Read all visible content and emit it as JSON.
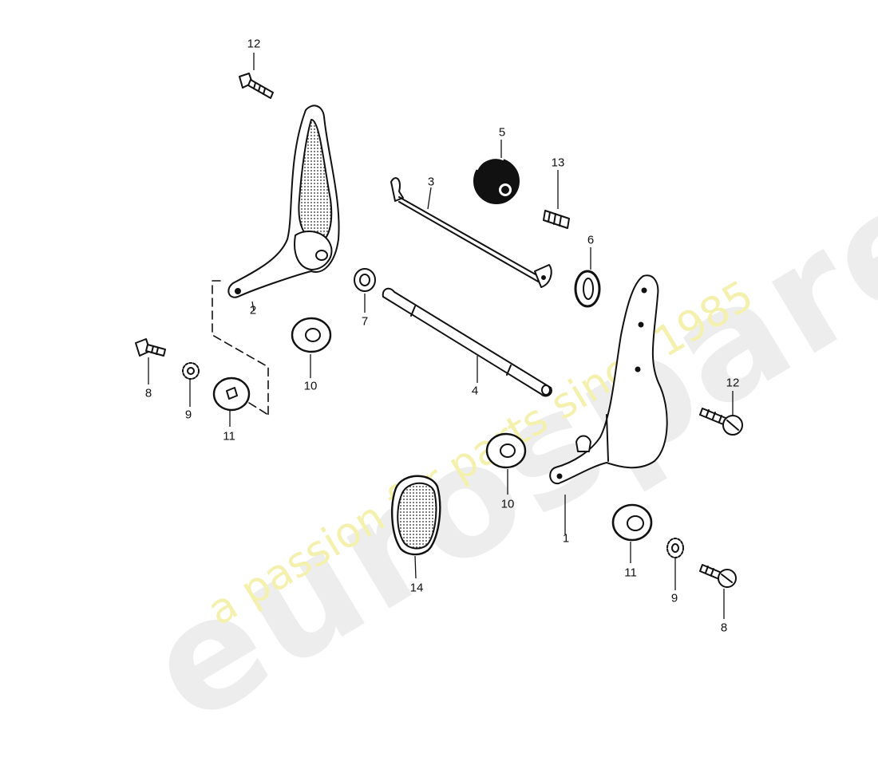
{
  "watermark": {
    "brand": "eurospares",
    "tagline": "a passion for parts since 1985"
  },
  "callouts": [
    {
      "id": "c12a",
      "text": "12"
    },
    {
      "id": "c2",
      "text": "2"
    },
    {
      "id": "c3",
      "text": "3"
    },
    {
      "id": "c5",
      "text": "5"
    },
    {
      "id": "c13",
      "text": "13"
    },
    {
      "id": "c6",
      "text": "6"
    },
    {
      "id": "c7",
      "text": "7"
    },
    {
      "id": "c10a",
      "text": "10"
    },
    {
      "id": "c4",
      "text": "4"
    },
    {
      "id": "c8a",
      "text": "8"
    },
    {
      "id": "c9a",
      "text": "9"
    },
    {
      "id": "c11a",
      "text": "11"
    },
    {
      "id": "c12b",
      "text": "12"
    },
    {
      "id": "c10b",
      "text": "10"
    },
    {
      "id": "c1",
      "text": "1"
    },
    {
      "id": "c14",
      "text": "14"
    },
    {
      "id": "c11b",
      "text": "11"
    },
    {
      "id": "c9b",
      "text": "9"
    },
    {
      "id": "c8b",
      "text": "8"
    }
  ]
}
